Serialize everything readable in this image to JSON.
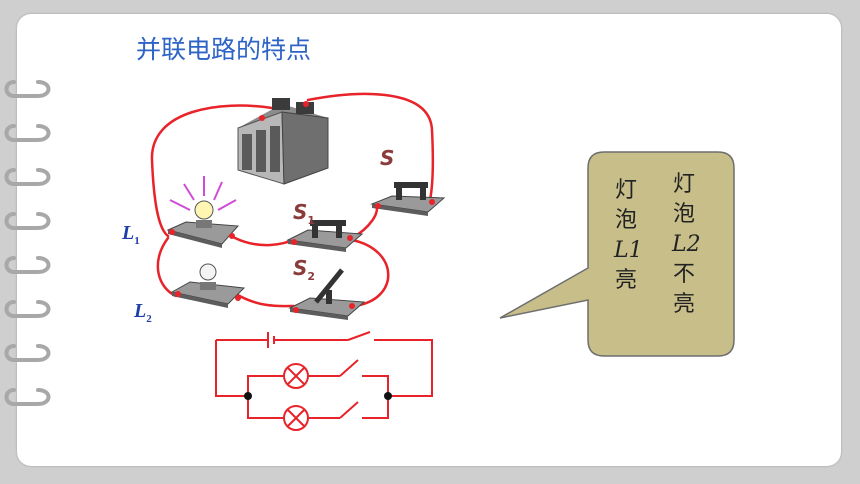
{
  "slide": {
    "title": "并联电路的特点"
  },
  "labels": {
    "L1_letter": "L",
    "L1_sub": "1",
    "L2_letter": "L",
    "L2_sub": "2",
    "S": "S",
    "S1_letter": "S",
    "S1_sub": "1",
    "S2_letter": "S",
    "S2_sub": "2"
  },
  "callout": {
    "column1": [
      "灯",
      "泡",
      "L1",
      "亮"
    ],
    "column2": [
      "灯",
      "泡",
      "L2",
      "不",
      "亮"
    ]
  },
  "colors": {
    "title": "#2e64c6",
    "wire": "#e8232a",
    "callout_fill": "#c8be8a",
    "glow": "#d04bd6",
    "label_blue": "#1f3fa8",
    "label_switch": "#8b3b3b"
  },
  "icons": [
    "binder-ring-icon",
    "battery-icon",
    "bulb-icon",
    "knife-switch-icon"
  ]
}
